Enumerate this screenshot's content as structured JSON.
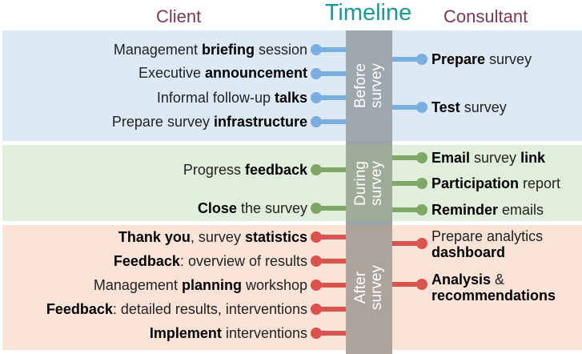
{
  "header": {
    "client_label": "Client",
    "title": "Timeline",
    "consultant_label": "Consultant"
  },
  "colors": {
    "title": "#1a9a96",
    "column_header": "#7a3a52",
    "before_band": "#dde9f5",
    "before_line": "#7aaee0",
    "during_band": "#e1eedb",
    "during_line": "#7fa767",
    "after_band": "#fbe3d7",
    "after_line": "#d9534f",
    "spine": "#9ea3a8"
  },
  "phases": [
    {
      "id": "before",
      "label": "Before\nsurvey",
      "client_items": [
        {
          "pre": "Management ",
          "bold": "briefing",
          "post": " session"
        },
        {
          "pre": "Executive ",
          "bold": "announcement",
          "post": ""
        },
        {
          "pre": "Informal follow-up ",
          "bold": "talks",
          "post": ""
        },
        {
          "pre": "Prepare survey ",
          "bold": "infrastructure",
          "post": ""
        }
      ],
      "consultant_items": [
        {
          "pre": "",
          "bold": "Prepare",
          "post": " survey"
        },
        {
          "pre": "",
          "bold": "Test",
          "post": " survey"
        }
      ]
    },
    {
      "id": "during",
      "label": "During\nsurvey",
      "client_items": [
        {
          "pre": "Progress ",
          "bold": "feedback",
          "post": ""
        },
        {
          "pre": "",
          "bold": "Close",
          "post": " the survey"
        }
      ],
      "consultant_items": [
        {
          "pre": "",
          "bold": "Email",
          "mid": " survey ",
          "bold2": "link"
        },
        {
          "pre": "",
          "bold": "Participation",
          "post": " report"
        },
        {
          "pre": "",
          "bold": "Reminder",
          "post": " emails"
        }
      ]
    },
    {
      "id": "after",
      "label": "After\nsurvey",
      "client_items": [
        {
          "pre": "",
          "bold": "Thank you",
          "mid": ", survey ",
          "bold2": "statistics"
        },
        {
          "pre": "",
          "bold": "Feedback",
          "post": ": overview of results"
        },
        {
          "pre": "Management ",
          "bold": "planning",
          "post": " workshop"
        },
        {
          "pre": "",
          "bold": "Feedback",
          "post": ": detailed results, interventions"
        },
        {
          "pre": "",
          "bold": "Implement",
          "post": " interventions"
        }
      ],
      "consultant_items": [
        {
          "line1": "Prepare analytics",
          "line2_bold": "dashboard"
        },
        {
          "line1_bold": "Analysis",
          "line1_post": " &",
          "line2_bold": "recommendations"
        }
      ]
    }
  ]
}
